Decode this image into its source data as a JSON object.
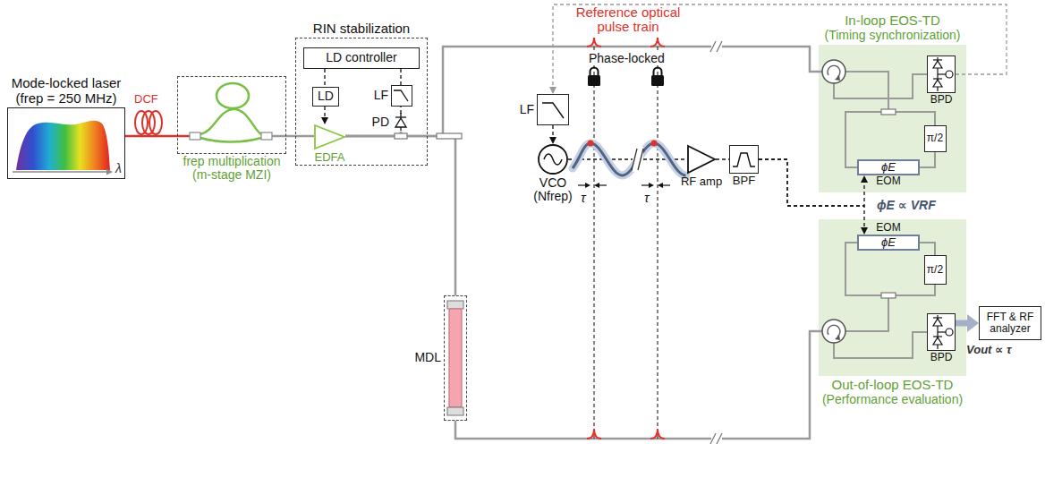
{
  "diagram": {
    "nodes": [
      {
        "text": [
          "Mode-locked laser",
          "(frep = 250 MHz)"
        ]
      },
      {
        "text": [
          "frep multiplication",
          "(m-stage MZI)"
        ]
      },
      {
        "text": [
          "RIN stabilization"
        ]
      },
      {
        "text": [
          "LD controller"
        ],
        "in": 2
      },
      {
        "text": [
          "LD"
        ],
        "in": 2
      },
      {
        "text": [
          "LF"
        ],
        "in": 2
      },
      {
        "text": [
          "PD"
        ],
        "in": 2
      },
      {
        "text": [
          "EDFA"
        ],
        "in": 2
      },
      {
        "text": [
          "MDL"
        ]
      },
      {
        "text": [
          "LF"
        ]
      },
      {
        "text": [
          "VCO",
          "(Nfrep)"
        ]
      },
      {
        "text": [
          "RF amp"
        ]
      },
      {
        "text": [
          "BPF"
        ]
      },
      {
        "text": [
          "In-loop EOS-TD",
          "(Timing synchronization)"
        ]
      },
      {
        "text": [
          "BPD"
        ],
        "in": 13
      },
      {
        "text": [
          "π/2"
        ],
        "in": 13
      },
      {
        "text": [
          "EOM",
          "ϕE"
        ],
        "in": 13
      },
      {
        "text": [
          "Out-of-loop EOS-TD",
          "(Performance evaluation)"
        ]
      },
      {
        "text": [
          "EOM",
          "ϕE"
        ],
        "in": 17
      },
      {
        "text": [
          "π/2"
        ],
        "in": 17
      },
      {
        "text": [
          "BPD"
        ],
        "in": 17
      },
      {
        "text": [
          "FFT & RF analyzer"
        ]
      }
    ],
    "edges": [
      {
        "from": 0,
        "to": 1,
        "arrow": "none"
      },
      {
        "from": 1,
        "to": 7,
        "arrow": "none"
      },
      {
        "from": 3,
        "to": 4,
        "arrow": "none"
      },
      {
        "from": 4,
        "to": 7,
        "arrow": "to"
      },
      {
        "from": 5,
        "to": 3,
        "arrow": "none"
      },
      {
        "from": 6,
        "to": 5,
        "arrow": "none"
      },
      {
        "from": 7,
        "to": 6,
        "arrow": "none"
      },
      {
        "from": 7,
        "to": 13,
        "arrow": "none"
      },
      {
        "from": 7,
        "to": 8,
        "arrow": "none"
      },
      {
        "from": 8,
        "to": 17,
        "arrow": "none"
      },
      {
        "from": 14,
        "to": 9,
        "arrow": "to"
      },
      {
        "from": 9,
        "to": 10,
        "arrow": "to"
      },
      {
        "from": 10,
        "to": 11,
        "arrow": "none"
      },
      {
        "from": 11,
        "to": 12,
        "arrow": "none"
      },
      {
        "from": 12,
        "to": 16,
        "arrow": "to"
      },
      {
        "from": 12,
        "to": 18,
        "arrow": "to"
      },
      {
        "from": 20,
        "to": 21,
        "arrow": "to"
      }
    ],
    "labels": [
      "λ",
      "DCF",
      "Reference optical pulse train",
      "Phase-locked",
      "τ",
      "τ",
      "ϕE ∝ VRF",
      "Vout ∝ τ"
    ]
  }
}
